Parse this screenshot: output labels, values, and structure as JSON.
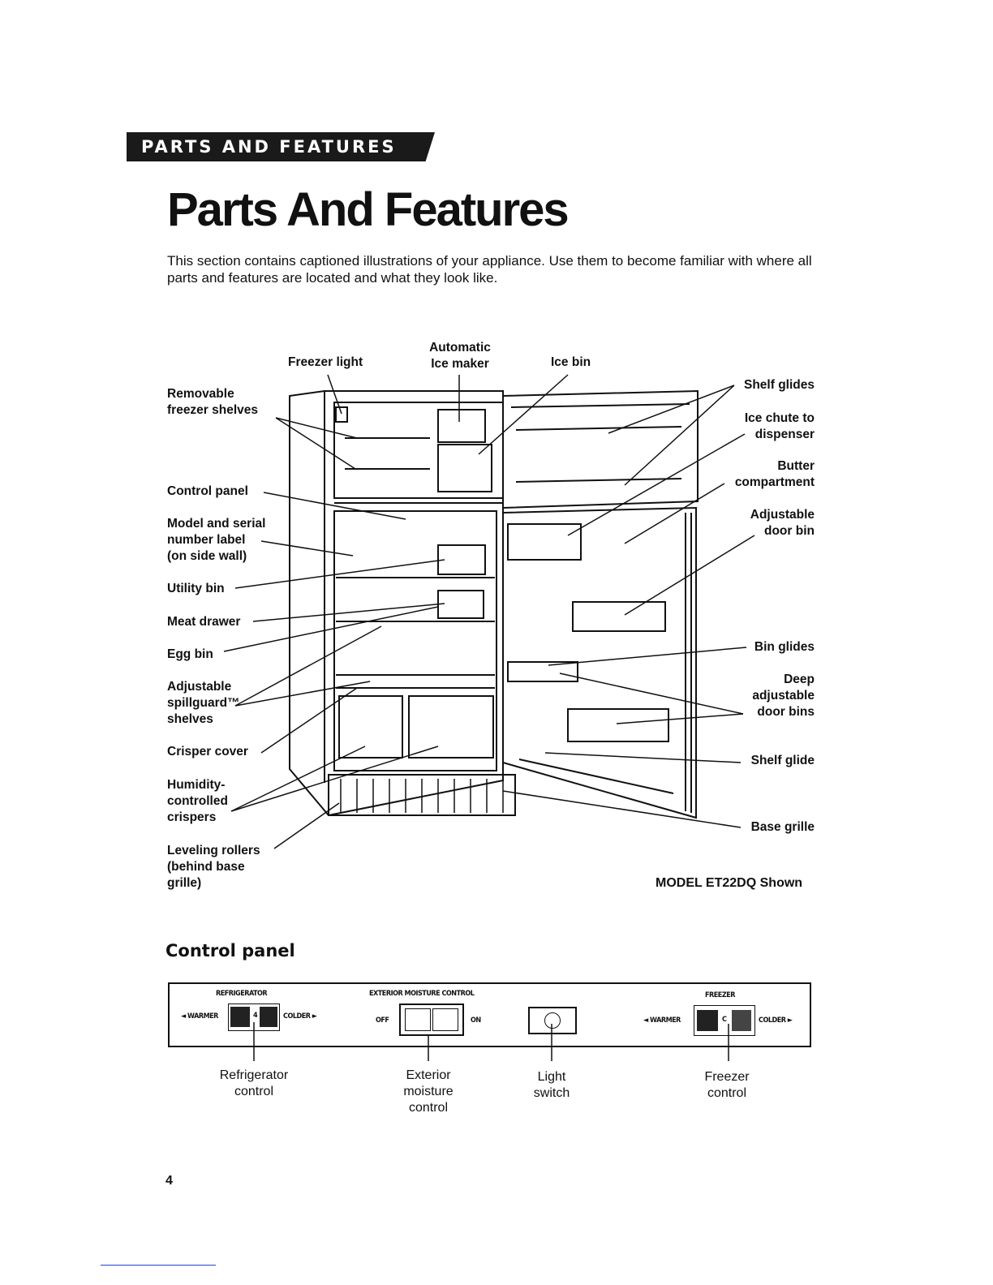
{
  "banner": "PARTS AND FEATURES",
  "title": "Parts And Features",
  "intro": "This section contains captioned illustrations of your appliance. Use them to become familiar with where all parts and features are located and what they look like.",
  "diagram_labels": {
    "freezer_light": "Freezer light",
    "automatic_ice_maker": "Automatic\nIce maker",
    "ice_bin": "Ice bin",
    "removable_freezer_shelves": "Removable\nfreezer shelves",
    "control_panel": "Control panel",
    "model_serial_label": "Model and serial\nnumber label\n(on side wall)",
    "utility_bin": "Utility bin",
    "meat_drawer": "Meat drawer",
    "egg_bin": "Egg bin",
    "adjustable_spillguard_shelves": "Adjustable\nspillguard™\nshelves",
    "crisper_cover": "Crisper cover",
    "humidity_controlled_crispers": "Humidity-\ncontrolled\ncrispers",
    "leveling_rollers": "Leveling rollers\n(behind base\ngrille)",
    "shelf_glides": "Shelf glides",
    "ice_chute": "Ice chute to\ndispenser",
    "butter_compartment": "Butter\ncompartment",
    "adjustable_door_bin": "Adjustable\ndoor bin",
    "bin_glides": "Bin glides",
    "deep_adjustable_door_bins": "Deep\nadjustable\ndoor bins",
    "shelf_glide": "Shelf glide",
    "base_grille": "Base grille"
  },
  "model_shown": "MODEL ET22DQ Shown",
  "control_panel_heading": "Control panel",
  "panel": {
    "refrigerator": "REFRIGERATOR",
    "exterior_moisture_control": "EXTERIOR MOISTURE CONTROL",
    "freezer": "FREEZER",
    "warmer": "◄ WARMER",
    "colder": "COLDER ►",
    "off": "OFF",
    "on": "ON",
    "refrigerator_setting": "4",
    "freezer_setting": "C"
  },
  "captions": {
    "refrigerator_control": "Refrigerator\ncontrol",
    "exterior_moisture_control": "Exterior\nmoisture\ncontrol",
    "light_switch": "Light\nswitch",
    "freezer_control": "Freezer\ncontrol"
  },
  "page_number": "4"
}
